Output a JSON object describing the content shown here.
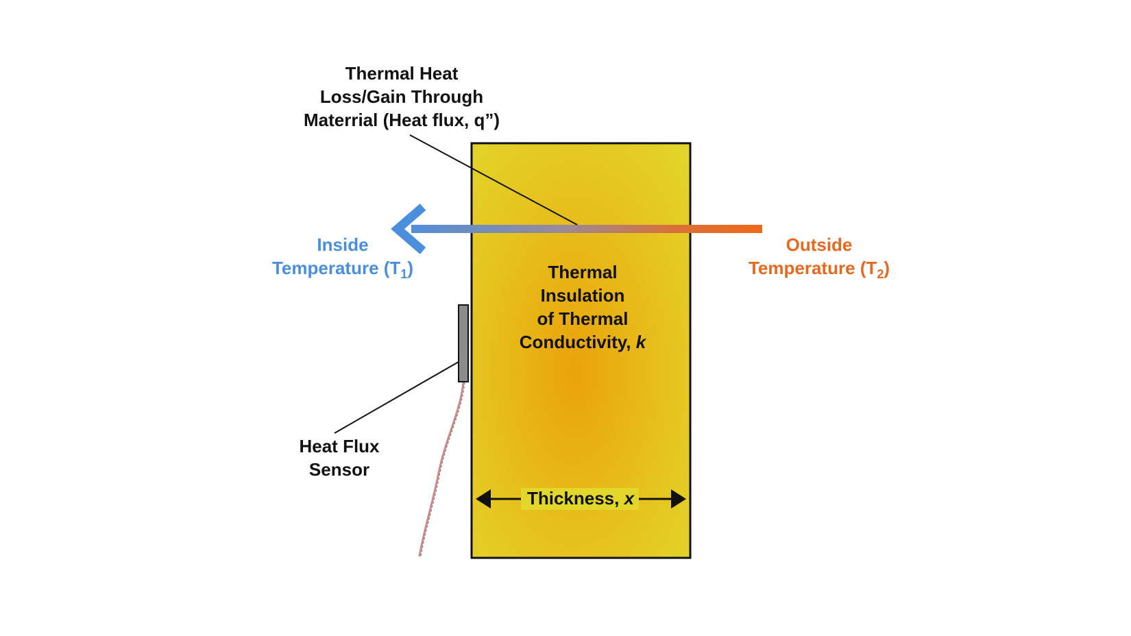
{
  "diagram": {
    "heat_flux_label": {
      "line1": "Thermal Heat",
      "line2": "Loss/Gain Through",
      "line3": "Materrial (Heat flux, q”)"
    },
    "inside_label": {
      "line1": "Inside",
      "line2_text": "Temperature (T",
      "line2_sub": "1",
      "line2_end": ")"
    },
    "outside_label": {
      "line1": "Outside",
      "line2_text": "Temperature (T",
      "line2_sub": "2",
      "line2_end": ")"
    },
    "insulation_label": {
      "line1": "Thermal",
      "line2": "Insulation",
      "line3": "of Thermal",
      "line4_text": "Conductivity, ",
      "line4_var": "k"
    },
    "sensor_label": {
      "line1": "Heat Flux",
      "line2": "Sensor"
    },
    "thickness_label": {
      "text": "Thickness, ",
      "var": "x"
    },
    "colors": {
      "inside": "#4a8fde",
      "outside": "#e8691e",
      "insulation_edge": "#e2d62a",
      "insulation_center": "#eaa20a",
      "outline": "#111111",
      "sensor": "#8c8c8c",
      "wire": "#c98a8a"
    }
  }
}
